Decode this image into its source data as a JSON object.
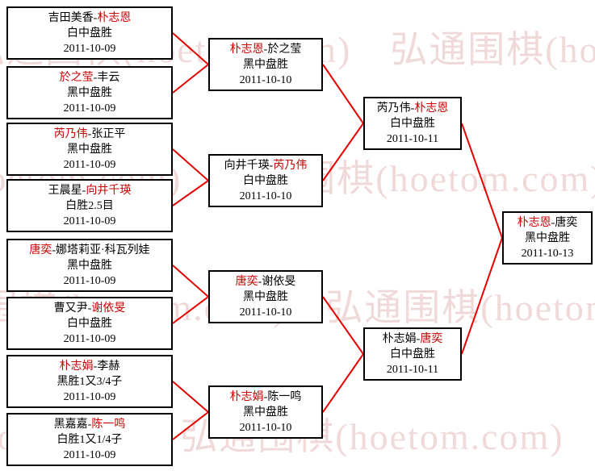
{
  "colors": {
    "line-color": "#e60000",
    "winner-color": "#cc0000",
    "watermark-color": "#f0d9d9"
  },
  "watermark": {
    "text": "弘通围棋(hoetom.com)",
    "row": "弘通围棋(hoetom.com)　弘通围棋(hoetom.com)　弘通围棋(hoetom.com)　弘通围棋(hoetom.com)"
  },
  "sep": "-",
  "bracket": {
    "round1": [
      {
        "p1": "吉田美香",
        "p2": "朴志恩",
        "winner": "p2",
        "result": "白中盘胜",
        "date": "2011-10-09"
      },
      {
        "p1": "於之莹",
        "p2": "丰云",
        "winner": "p1",
        "result": "黑中盘胜",
        "date": "2011-10-09"
      },
      {
        "p1": "芮乃伟",
        "p2": "张正平",
        "winner": "p1",
        "result": "黑中盘胜",
        "date": "2011-10-09"
      },
      {
        "p1": "王晨星",
        "p2": "向井千瑛",
        "winner": "p2",
        "result": "白胜2.5目",
        "date": "2011-10-09"
      },
      {
        "p1": "唐奕",
        "p2": "娜塔莉亚·科瓦列娃",
        "winner": "p1",
        "result": "黑中盘胜",
        "date": "2011-10-09"
      },
      {
        "p1": "曹又尹",
        "p2": "谢依旻",
        "winner": "p2",
        "result": "白中盘胜",
        "date": "2011-10-09"
      },
      {
        "p1": "朴志娟",
        "p2": "李赫",
        "winner": "p1",
        "result": "黑胜1又3/4子",
        "date": "2011-10-09"
      },
      {
        "p1": "黑嘉嘉",
        "p2": "陈一鸣",
        "winner": "p2",
        "result": "白胜1又1/4子",
        "date": "2011-10-09"
      }
    ],
    "round2": [
      {
        "p1": "朴志恩",
        "p2": "於之莹",
        "winner": "p1",
        "result": "黑中盘胜",
        "date": "2011-10-10"
      },
      {
        "p1": "向井千瑛",
        "p2": "芮乃伟",
        "winner": "p2",
        "result": "白中盘胜",
        "date": "2011-10-10"
      },
      {
        "p1": "唐奕",
        "p2": "谢依旻",
        "winner": "p1",
        "result": "黑中盘胜",
        "date": "2011-10-10"
      },
      {
        "p1": "朴志娟",
        "p2": "陈一鸣",
        "winner": "p1",
        "result": "黑中盘胜",
        "date": "2011-10-10"
      }
    ],
    "semifinal": [
      {
        "p1": "芮乃伟",
        "p2": "朴志恩",
        "winner": "p2",
        "result": "白中盘胜",
        "date": "2011-10-11"
      },
      {
        "p1": "朴志娟",
        "p2": "唐奕",
        "winner": "p2",
        "result": "白中盘胜",
        "date": "2011-10-11"
      }
    ],
    "final": [
      {
        "p1": "朴志恩",
        "p2": "唐奕",
        "winner": "p1",
        "result": "黑中盘胜",
        "date": "2011-10-13"
      }
    ]
  }
}
